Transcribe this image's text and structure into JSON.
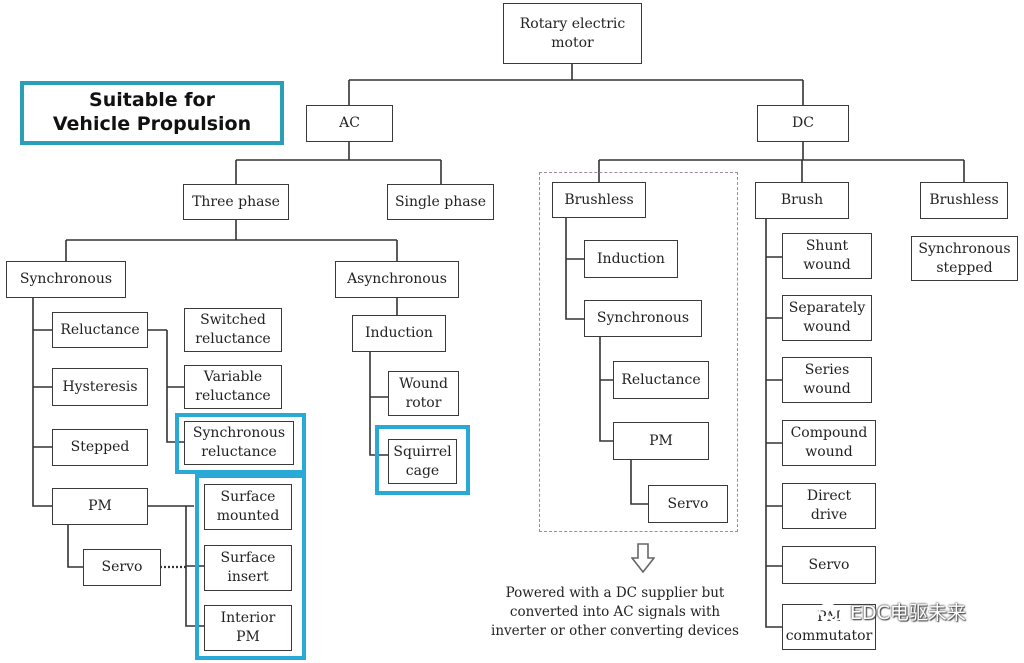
{
  "legend": {
    "label_line1": "Suitable for",
    "label_line2": "Vehicle Propulsion",
    "color": "#29a9d6"
  },
  "nodes": {
    "root": {
      "line1": "Rotary electric",
      "line2": "motor"
    },
    "ac": "AC",
    "dc": "DC",
    "three_phase": "Three phase",
    "single_phase": "Single phase",
    "synchronous": "Synchronous",
    "asynchronous": "Asynchronous",
    "reluctance": "Reluctance",
    "hysteresis": "Hysteresis",
    "stepped": "Stepped",
    "pm": "PM",
    "servo": "Servo",
    "switched_reluctance": {
      "line1": "Switched",
      "line2": "reluctance"
    },
    "variable_reluctance": {
      "line1": "Variable",
      "line2": "reluctance"
    },
    "synchronous_reluctance": {
      "line1": "Synchronous",
      "line2": "reluctance"
    },
    "surface_mounted": {
      "line1": "Surface",
      "line2": "mounted"
    },
    "surface_insert": {
      "line1": "Surface",
      "line2": "insert"
    },
    "interior_pm": {
      "line1": "Interior",
      "line2": "PM"
    },
    "induction_ac": "Induction",
    "wound_rotor": {
      "line1": "Wound",
      "line2": "rotor"
    },
    "squirrel_cage": {
      "line1": "Squirrel",
      "line2": "cage"
    },
    "dc_brushless_left": "Brushless",
    "dc_induction": "Induction",
    "dc_synchronous": "Synchronous",
    "dc_reluctance": "Reluctance",
    "dc_pm": "PM",
    "dc_servo": "Servo",
    "brush": "Brush",
    "shunt_wound": {
      "line1": "Shunt",
      "line2": "wound"
    },
    "separately_wound": {
      "line1": "Separately",
      "line2": "wound"
    },
    "series_wound": {
      "line1": "Series",
      "line2": "wound"
    },
    "compound_wound": {
      "line1": "Compound",
      "line2": "wound"
    },
    "direct_drive": {
      "line1": "Direct",
      "line2": "drive"
    },
    "brush_servo": "Servo",
    "pm_commutator": {
      "line1": "PM",
      "line2": "commutator"
    },
    "dc_brushless_right": "Brushless",
    "synchronous_stepped": {
      "line1": "Synchronous",
      "line2": "stepped"
    }
  },
  "note": {
    "line1": "Powered with a DC supplier but",
    "line2": "converted into AC signals with",
    "line3": "inverter or other converting devices"
  },
  "watermark": {
    "text": "EDC电驱未来"
  }
}
